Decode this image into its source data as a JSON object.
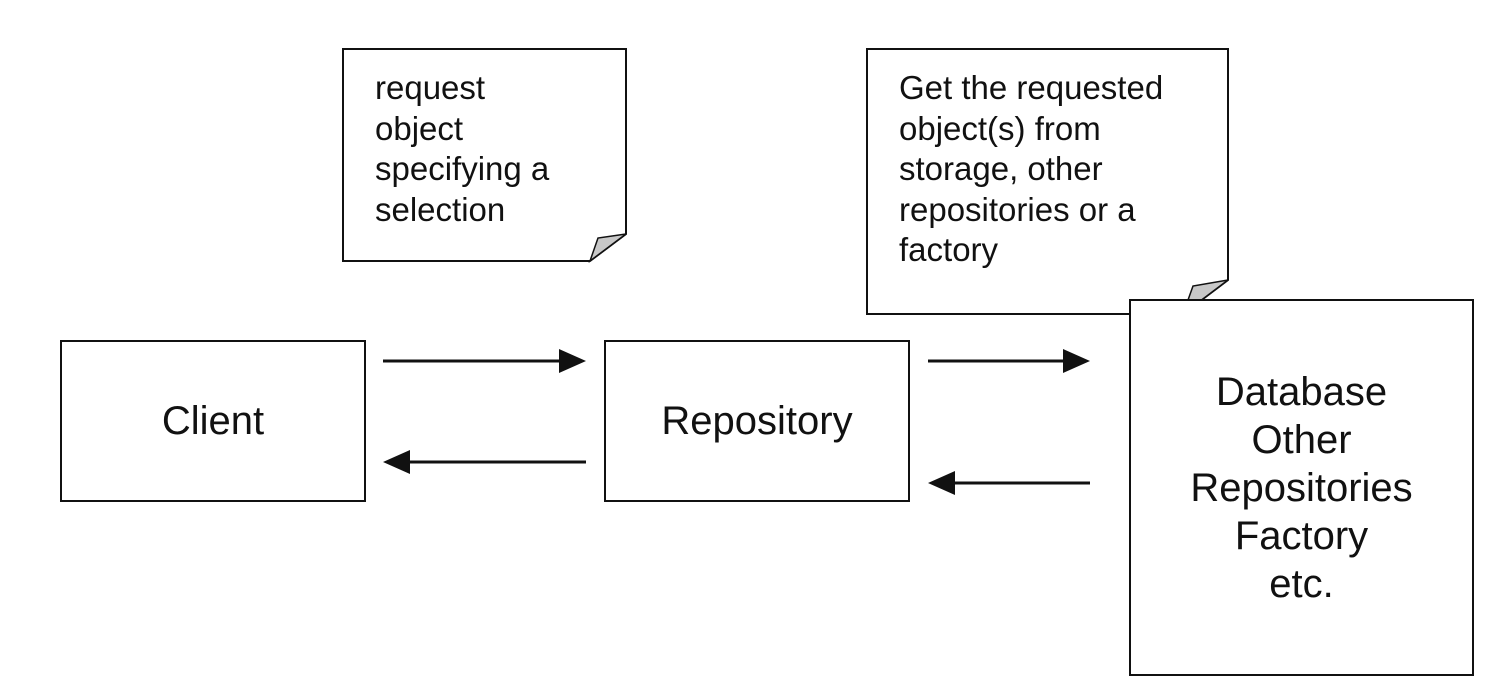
{
  "nodes": {
    "client": "Client",
    "repository": "Repository",
    "targets": [
      "Database",
      "Other",
      "Repositories",
      "Factory",
      "etc."
    ]
  },
  "notes": {
    "request": [
      "request",
      "object",
      "specifying a",
      "selection"
    ],
    "get": [
      "Get the requested",
      "object(s) from",
      "storage, other",
      "repositories or a",
      "factory"
    ]
  },
  "colors": {
    "stroke": "#111111",
    "note_fold": "#c8c8c8",
    "background": "#ffffff"
  }
}
